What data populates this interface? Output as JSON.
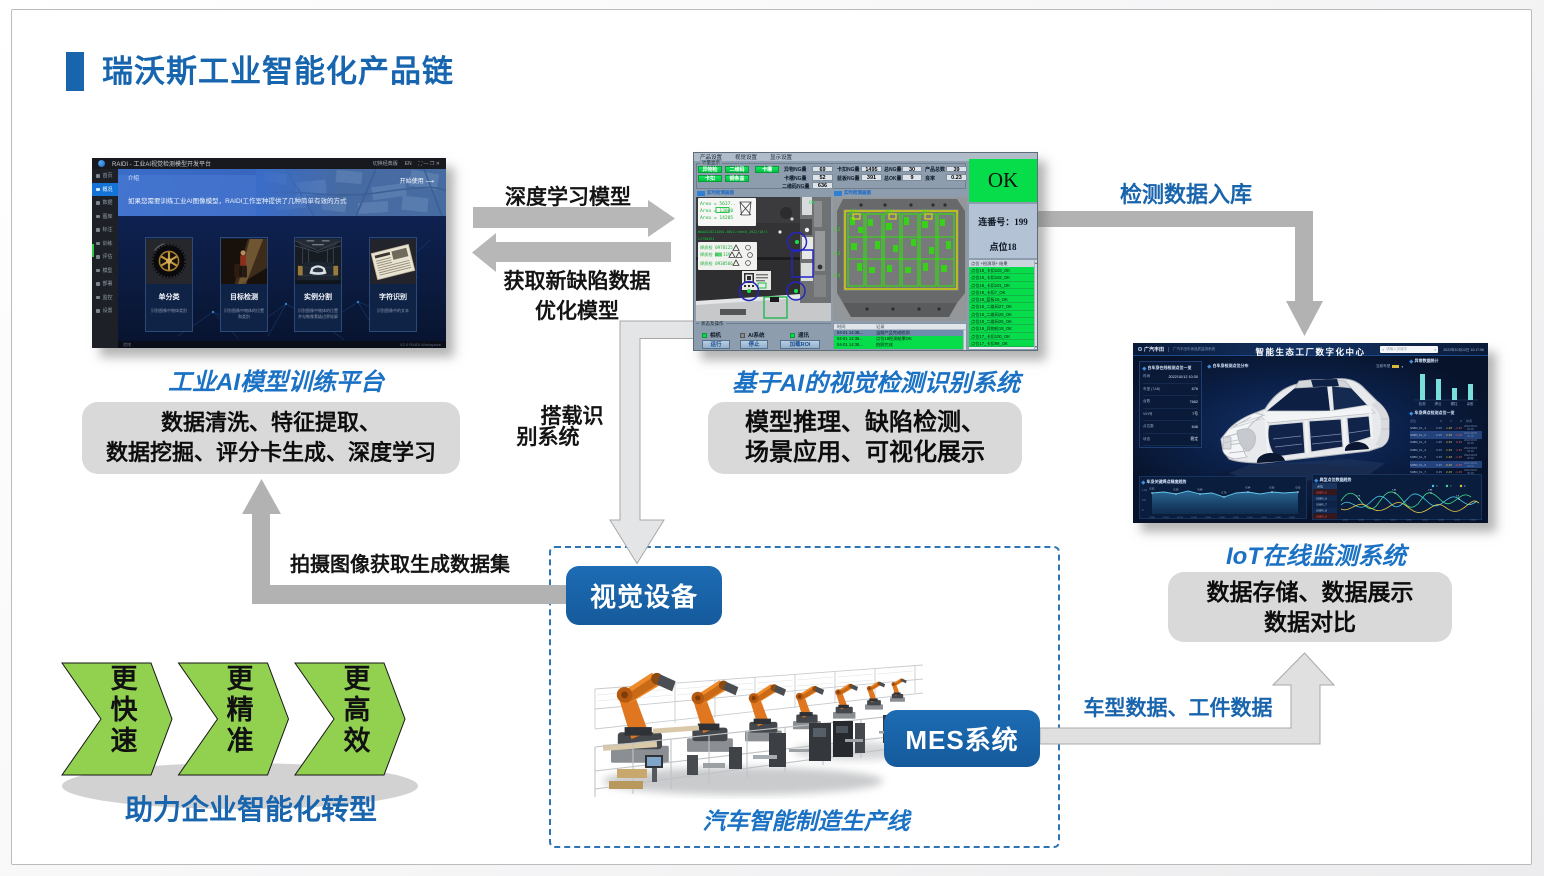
{
  "slide": {
    "title": "瑞沃斯工业智能化产品链"
  },
  "labels": {
    "deep_learning": "深度学习模型",
    "new_defect_line1": "获取新缺陷数据",
    "new_defect_line2": "优化模型",
    "data_into_db": "检测数据入库",
    "mount_line1": "搭载识",
    "mount_line2": "别系统",
    "capture_dataset": "拍摄图像获取生成数据集",
    "car_data": "车型数据、工件数据"
  },
  "boxes": {
    "train": [
      "数据清洗、特征提取、",
      "数据挖掘、评分卡生成、深度学习"
    ],
    "inference": [
      "模型推理、缺陷检测、",
      "场景应用、可视化展示"
    ],
    "storage": [
      "数据存储、数据展示",
      "数据对比"
    ]
  },
  "chevrons": [
    "更快速",
    "更精准",
    "更高效"
  ],
  "slogan": "助力企业智能化转型",
  "raidi": {
    "caption": "工业AI模型训练平台",
    "titlebar": "RAIDI - 工业AI视觉检测模型开发平台",
    "titlebar_right": "切换经典版",
    "titlebar_lang": "EN",
    "window_icons": "⛶  —  ❐  ✕",
    "sidebar_items": [
      "首页",
      "概况",
      "数据",
      "图库",
      "标注",
      "训练",
      "评估",
      "模型",
      "部署",
      "监控",
      "设置"
    ],
    "sidebar_bottom": "帮助",
    "banner_tag": "介绍",
    "banner_text": "如果您需要训练工业AI图像模型，RAIDI工作室种提供了几种简单有效的方式",
    "banner_link": "开始使用 ⟶",
    "cards": [
      {
        "title": "单分类",
        "desc": "识别图像中物体类别"
      },
      {
        "title": "目标检测",
        "desc": "识别图像中物体的位置和类别"
      },
      {
        "title": "实例分割",
        "desc": "识别图像中物体的位置并勾勒像素级边界轮廓"
      },
      {
        "title": "字符识别",
        "desc": "识别图像中的文本"
      }
    ],
    "status_left": "就绪",
    "status_right": "V2.0 RAIDI Workspace"
  },
  "vision": {
    "caption": "基于AI的视觉检测识别系统",
    "menu": [
      "产品设置",
      "视觉设置",
      "显示设置"
    ],
    "group_label": "计量显示",
    "check_buttons": [
      "异物检",
      "二维码",
      "卡槽",
      "卡扣",
      "铜条盖"
    ],
    "counters": [
      {
        "label": "异物NG量",
        "value": "69"
      },
      {
        "label": "卡扣NG量",
        "value": "1495"
      },
      {
        "label": "总NG量",
        "value": "30"
      },
      {
        "label": "产品总数",
        "value": "39"
      },
      {
        "label": "卡槽NG量",
        "value": "52"
      },
      {
        "label": "蓝板NG量",
        "value": "391"
      },
      {
        "label": "总OK量",
        "value": "9"
      },
      {
        "label": "良率",
        "value": "0.23"
      },
      {
        "label": "二维码NG量",
        "value": "636"
      }
    ],
    "cam1_label": "实时检测画面",
    "cam2_label": "实时检测画面",
    "area_lines": [
      "Area = 5637..",
      "Area = 13040",
      "Area = 14205"
    ],
    "cam1_code_lines": [
      "WAAAS20221001-0012.check_2022/10/1",
      "L2798451"
    ],
    "cam1_label_lines": [
      "焊质检 0978125",
      "焊质检 0",
      "119",
      "焊质检 0938566"
    ],
    "cam1_ok_flag": "OK",
    "cam2_labels": [
      "B01",
      "B02",
      "B03",
      "C12",
      "C13",
      "C14"
    ],
    "ok_text": "OK",
    "serial_label": "连番号：199",
    "point_label": "点位18",
    "list_header": "点位 +检测项+ 结果",
    "results": [
      "点位18_卡扣103_OK",
      "点位18_卡扣102_OK",
      "点位18_卡扣101_OK",
      "点位18_卡扣7_OK",
      "点位18_蓝板16_OK",
      "点位18_二维码27_OK",
      "点位18_二维码26_OK",
      "点位18_二维码25_OK",
      "点位18_异物检18_OK",
      "点位17_卡扣100_OK",
      "点位17_卡扣99_OK"
    ],
    "status_group": "状态及操作",
    "indicators": [
      {
        "label": "相机",
        "on": true
      },
      {
        "label": "AI系统",
        "on": false
      },
      {
        "label": "通讯",
        "on": true
      }
    ],
    "action_buttons": [
      "运行",
      "停止",
      "加载ROI"
    ],
    "log_col_time": "时间",
    "log_col_msg": "记录",
    "log_rows": [
      {
        "time": "04-01 14:38...",
        "msg": "当前产品完成检测",
        "type": "selected"
      },
      {
        "time": "04-01 14:38...",
        "msg": "点位18检测结果OK",
        "type": "ok"
      },
      {
        "time": "04-01 14:38...",
        "msg": "拍照完成",
        "type": "ok"
      }
    ]
  },
  "iot": {
    "caption": "IoT在线监测系统",
    "brand": "广汽丰田",
    "brand_sub": "广汽丰田车身品质监测系统",
    "header_title": "智能生态工厂数字化中心",
    "search_placeholder": "请输入关键字",
    "datetime": "2022年10月12日 10:17:56",
    "left_panel_title": "白车身在线检测点位一览",
    "left_rows": [
      {
        "k": "时间",
        "v": "2022/10/12 10:30"
      },
      {
        "k": "车型 (7AB)",
        "v": "676"
      },
      {
        "k": "台数",
        "v": "7662"
      },
      {
        "k": "VIN号",
        "v": "7号"
      },
      {
        "k": "点位数",
        "v": "646"
      },
      {
        "k": "状态",
        "v": "稳定"
      }
    ],
    "center_title": "白车身检测点位分布",
    "legend_label": "当前车型",
    "bar_panel_title": "异常数据统计",
    "bar_categories": [
      "检测",
      "焊点",
      "螺柱",
      "涂胶"
    ],
    "bar_values": [
      26,
      21,
      12,
      16
    ],
    "table_panel_title": "车身焊点检测点位一览",
    "table_head": [
      "点位",
      "X",
      "Y",
      "Z",
      "时间"
    ],
    "table_rows": [
      {
        "id": "S08R_FL_1",
        "x": "0.45",
        "y": "1.48",
        "z": "-1.45",
        "t": "2022/10/23\n00:00",
        "hl": false
      },
      {
        "id": "S08R_FL_2",
        "x": "0.45",
        "y": "2.45",
        "z": "-1.45",
        "t": "2022/10/23\n00:00",
        "hl": true
      },
      {
        "id": "S08R_FL_3",
        "x": "1.45",
        "y": "2.45",
        "z": "0.45",
        "t": "2022/10/23\n00:00",
        "hl": false
      },
      {
        "id": "S08R_FL_4",
        "x": "0.45",
        "y": "1.45",
        "z": "1.45",
        "t": "2022/10/23\n00:00",
        "hl": false
      },
      {
        "id": "S08R_FL_5",
        "x": "0.45",
        "y": "1.48",
        "z": "-1.45",
        "t": "2022/10/23\n00:00",
        "hl": false
      },
      {
        "id": "S08R_FL_6",
        "x": "0.45",
        "y": "-0.45",
        "z": "-0.45",
        "t": "2022/10/23\n00:00",
        "hl": true
      },
      {
        "id": "S08R_FL_7",
        "x": "0.45",
        "y": "2.45",
        "z": "-1.45",
        "t": "2022/10/23\n00:00",
        "hl": false
      },
      {
        "id": "S08R_FL_8",
        "x": "0.45",
        "y": "1.48",
        "z": "-1.45",
        "t": "2022/10/23\n00:00",
        "hl": false
      }
    ],
    "area_panel_title": "车身关键焊点精度趋势",
    "wave_panel_title": "典型点位数据趋势",
    "wave_list_header": "点位",
    "wave_list_rows": [
      "S08R_5",
      "S08R_6",
      "S08R_7",
      "S08R_8",
      "S08R_9"
    ]
  },
  "line_box": {
    "caption": "汽车智能制造生产线",
    "vision_button": "视觉设备",
    "mes_button": "MES系统"
  },
  "colors": {
    "accent_blue": "#1864ad",
    "caption_blue": "#1b72c4",
    "chevron_green": "#92d050",
    "ok_green": "#07dc4a",
    "arrow_gray": "#b7b7b7",
    "box_gray": "#d9d9d9"
  }
}
